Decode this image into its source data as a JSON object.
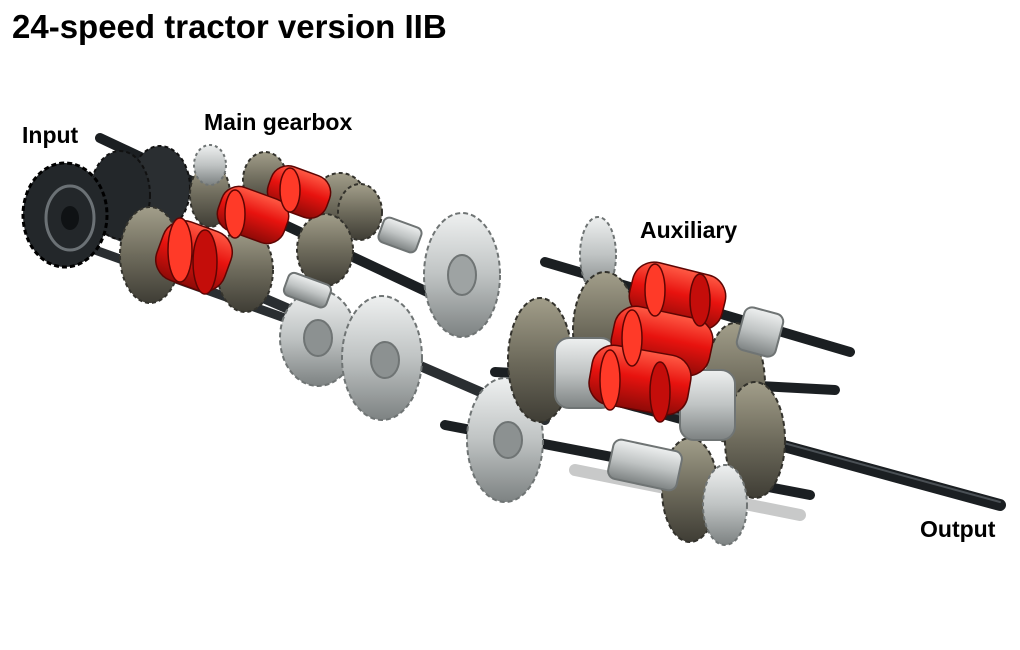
{
  "title": "24-speed tractor version IIB",
  "labels": {
    "input": "Input",
    "main_gearbox": "Main gearbox",
    "auxiliary": "Auxiliary",
    "output": "Output"
  },
  "colors": {
    "background": "#ffffff",
    "shaft": "#1b1f22",
    "gear_dark": "#23272a",
    "gear_olive": "#6e6b5c",
    "gear_light": "#c8c9c9",
    "clutch_red": "#e8130f",
    "bushing": "#b9bdbd"
  }
}
